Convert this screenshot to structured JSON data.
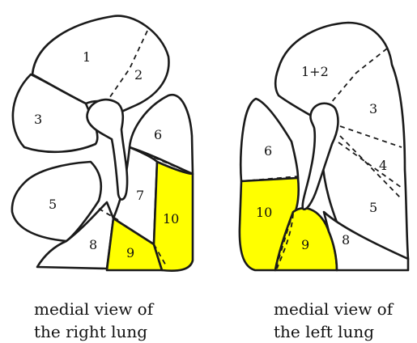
{
  "right_lung": {
    "segments": [
      "1",
      "2",
      "3",
      "5",
      "6",
      "7",
      "8",
      "9",
      "10"
    ],
    "caption_line1": "medial view of",
    "caption_line2": "the right lung"
  },
  "left_lung": {
    "segments": [
      "1+2",
      "3",
      "4",
      "5",
      "6",
      "8",
      "9",
      "10"
    ],
    "caption_line1": "medial view of",
    "caption_line2": "the left lung"
  },
  "highlighted_segments": [
    "9",
    "10"
  ],
  "colors": {
    "highlight": "#ffff00",
    "outline": "#1a1a1a",
    "background": "#ffffff"
  }
}
